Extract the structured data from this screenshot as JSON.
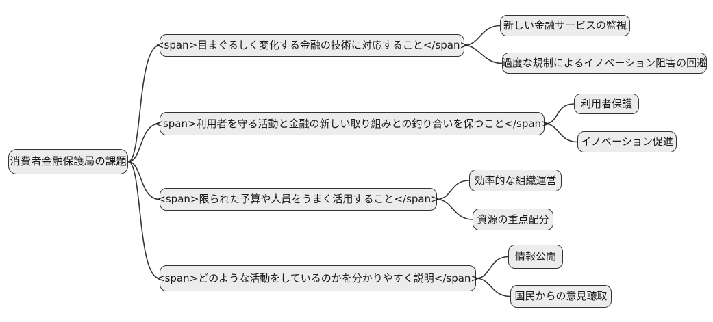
{
  "diagram": {
    "type": "mindmap",
    "root": {
      "label": "消費者金融保護局の課題"
    },
    "branches": [
      {
        "label": "<span>目まぐるしく変化する金融の技術に対応すること</span>",
        "children": [
          {
            "label": "新しい金融サービスの監視"
          },
          {
            "label": "過度な規制によるイノベーション阻害の回避"
          }
        ]
      },
      {
        "label": "<span>利用者を守る活動と金融の新しい取り組みとの釣り合いを保つこと</span>",
        "children": [
          {
            "label": "利用者保護"
          },
          {
            "label": "イノベーション促進"
          }
        ]
      },
      {
        "label": "<span>限られた予算や人員をうまく活用すること</span>",
        "children": [
          {
            "label": "効率的な組織運営"
          },
          {
            "label": "資源の重点配分"
          }
        ]
      },
      {
        "label": "<span>どのような活動をしているのかを分かりやすく説明</span>",
        "children": [
          {
            "label": "情報公開"
          },
          {
            "label": "国民からの意見聴取"
          }
        ]
      }
    ],
    "colors": {
      "node_fill": "#ececec",
      "node_border": "#333333",
      "edge": "#333333",
      "background": "#ffffff",
      "text": "#1a1a1a"
    }
  }
}
